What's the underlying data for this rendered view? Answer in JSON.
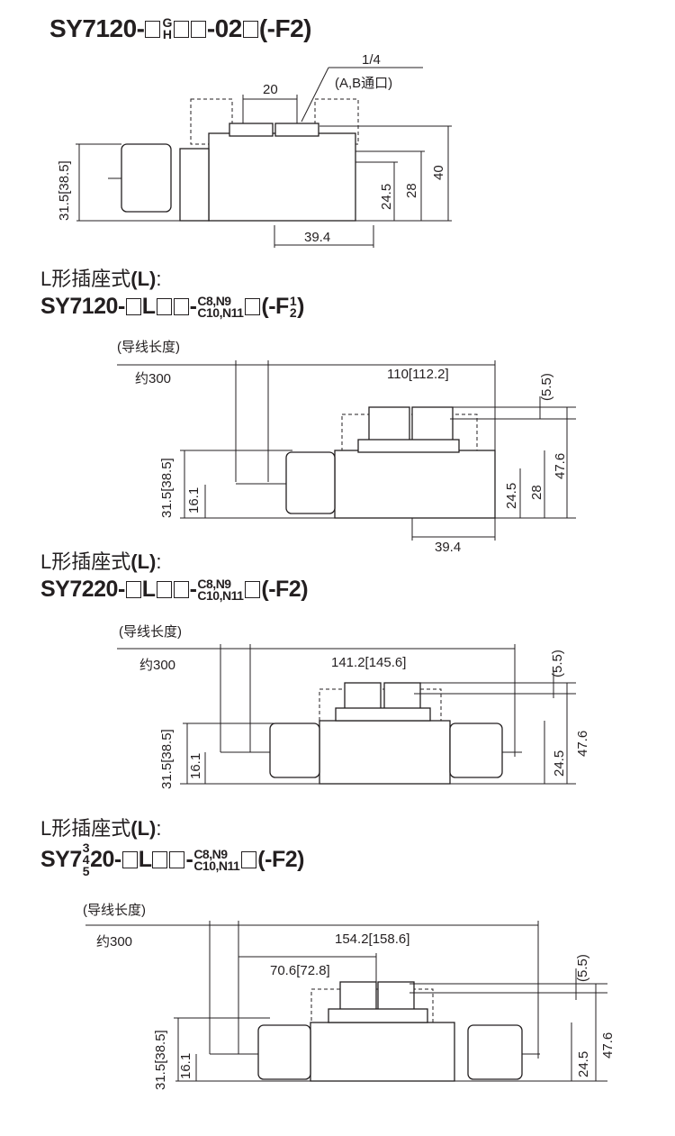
{
  "s1": {
    "title": {
      "p1": "SY7120-",
      "g": "G",
      "h": "H",
      "p2": "-02",
      "p3": "(-F2)"
    },
    "dims": {
      "d20": "20",
      "port_size": "1/4",
      "port_label": "(A,B通口)",
      "h315": "31.5[38.5]",
      "d245": "24.5",
      "d28": "28",
      "d40": "40",
      "d394": "39.4"
    }
  },
  "s2": {
    "header": "L形插座式",
    "header_b": "(L)",
    "header_c": ":",
    "title": {
      "p1": "SY7120-",
      "L": "L",
      "dash": "-",
      "c1": "C8,N9",
      "c2": "C10,N11",
      "f": "(-F",
      "f1": "1",
      "f2": "2",
      "fe": ")"
    },
    "dims": {
      "lead": "(导线长度)",
      "approx": "约300",
      "len": "110[112.2]",
      "d55": "(5.5)",
      "d476": "47.6",
      "d28": "28",
      "d245": "24.5",
      "h315": "31.5[38.5]",
      "d161": "16.1",
      "d394": "39.4"
    }
  },
  "s3": {
    "header": "L形插座式",
    "header_b": "(L)",
    "header_c": ":",
    "title": {
      "p1": "SY7220-",
      "L": "L",
      "dash": "-",
      "c1": "C8,N9",
      "c2": "C10,N11",
      "f": "(-F2)"
    },
    "dims": {
      "lead": "(导线长度)",
      "approx": "约300",
      "len": "141.2[145.6]",
      "d55": "(5.5)",
      "d476": "47.6",
      "d245": "24.5",
      "h315": "31.5[38.5]",
      "d161": "16.1"
    }
  },
  "s4": {
    "header": "L形插座式",
    "header_b": "(L)",
    "header_c": ":",
    "title": {
      "p1": "SY7",
      "n3": "3",
      "n4": "4",
      "n5": "5",
      "p2": "20-",
      "L": "L",
      "dash": "-",
      "c1": "C8,N9",
      "c2": "C10,N11",
      "f": "(-F2)"
    },
    "dims": {
      "lead": "(导线长度)",
      "approx": "约300",
      "len": "154.2[158.6]",
      "len2": "70.6[72.8]",
      "d55": "(5.5)",
      "d476": "47.6",
      "d245": "24.5",
      "h315": "31.5[38.5]",
      "d161": "16.1"
    }
  }
}
